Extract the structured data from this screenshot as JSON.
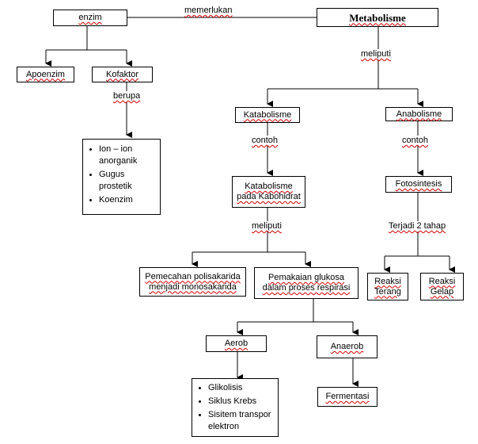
{
  "nodes": {
    "metabolisme": "Metabolisme",
    "enzim": "enzim",
    "apoenzim": "Apoenzim",
    "kofaktor": "Kofaktor",
    "katabolisme": "Katabolisme",
    "anabolisme": "Anabolisme",
    "katabolisme_karbo_line1": "Katabolisme",
    "katabolisme_karbo_line2": "pada Kabohidrat",
    "fotosintesis": "Fotosintesis",
    "pemecahan_line1": "Pemecahan polisakarida",
    "pemecahan_line2": "menjadi monosakarida",
    "pemakaian_line1": "Pemakaian glukosa",
    "pemakaian_line2": "dalam proses respirasi",
    "reaksi_terang_line1": "Reaksi",
    "reaksi_terang_line2": "Terang",
    "reaksi_gelap_line1": "Reaksi",
    "reaksi_gelap_line2": "Gelap",
    "aerob": "Aerob",
    "anaerob": "Anaerob",
    "fermentasi": "Fermentasi"
  },
  "lists": {
    "kofaktor_items": [
      "Ion – ion anorganik",
      "Gugus prostetik",
      "Koenzim"
    ],
    "aerob_items": [
      "Glikolisis",
      "Siklus Krebs",
      "Sisitem transpor elektron"
    ]
  },
  "edge_labels": {
    "memerlukan": "memerlukan",
    "meliputi_top": "meliputi",
    "berupa": "berupa",
    "contoh_kat": "contoh",
    "contoh_ana": "contoh",
    "meliputi_karbo": "meliputi",
    "terjadi": "Terjadi 2 tahap"
  }
}
